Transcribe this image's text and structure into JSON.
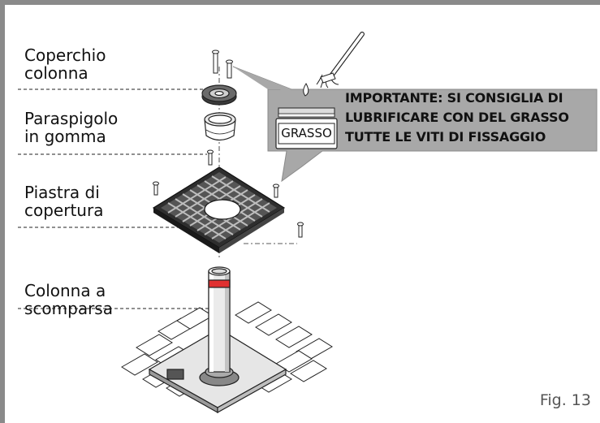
{
  "labels": {
    "cover": "Coperchio\ncolonna",
    "rubber_guard": "Paraspigolo\nin gomma",
    "plate": "Piastra di\ncopertura",
    "column": "Colonna a\nscomparsa"
  },
  "callout": {
    "text": "IMPORTANTE: SI CONSIGLIA DI LUBRIFICARE CON DEL GRASSO TUTTE LE VITI DI FISSAGGIO",
    "jar_label": "GRASSO"
  },
  "figure_label": "Fig. 13",
  "colors": {
    "frame": "#8a8a8a",
    "callout_bg": "#a8a8a8",
    "accent_band": "#e03030"
  }
}
